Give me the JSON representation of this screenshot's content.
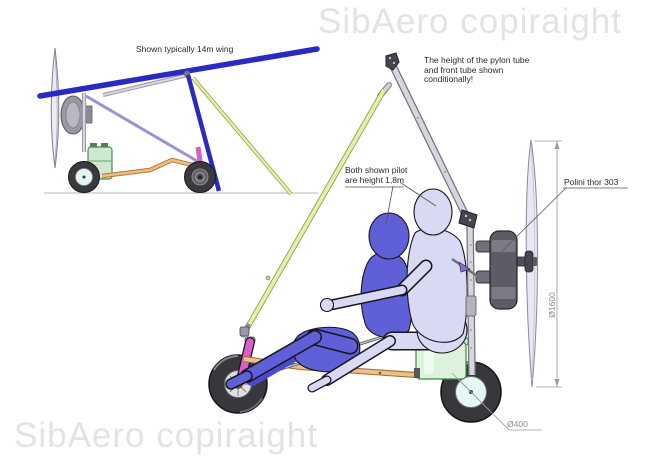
{
  "watermark": {
    "top": "SibAero copiraight",
    "bottom": "SibAero copiraight"
  },
  "small_view": {
    "caption": "Shown typically 14m wing"
  },
  "annotations": {
    "pylon_note": "The height of the pylon tube\nand front tube shown\nconditionally!",
    "pilot_note_line1": "Both shown pilot",
    "pilot_note_line2": "are height 1,8m",
    "engine_label": "Polini thor 303",
    "prop_diameter": "Ø1600",
    "wheel_diameter": "Ø400"
  },
  "colors": {
    "wing_blue": "#2a2ac2",
    "mast_blue": "#2a2ac2",
    "front_tube_yellow": "#e7eeab",
    "front_tube_edge": "#8f9948",
    "keel_orange": "#ecc08a",
    "keel_edge": "#a06a28",
    "fork_pink": "#da5ec9",
    "pilot_front": "#5f5fd8",
    "pilot_rear": "#d9d9f3",
    "tank_green": "#ddf2dd",
    "tank_edge": "#3f8a3f",
    "engine_gray": "#5c5c66",
    "tube_gray": "#d6d6dc",
    "watermark_gray": "#e3e3e3",
    "dim_gray": "#9a9aa2"
  }
}
